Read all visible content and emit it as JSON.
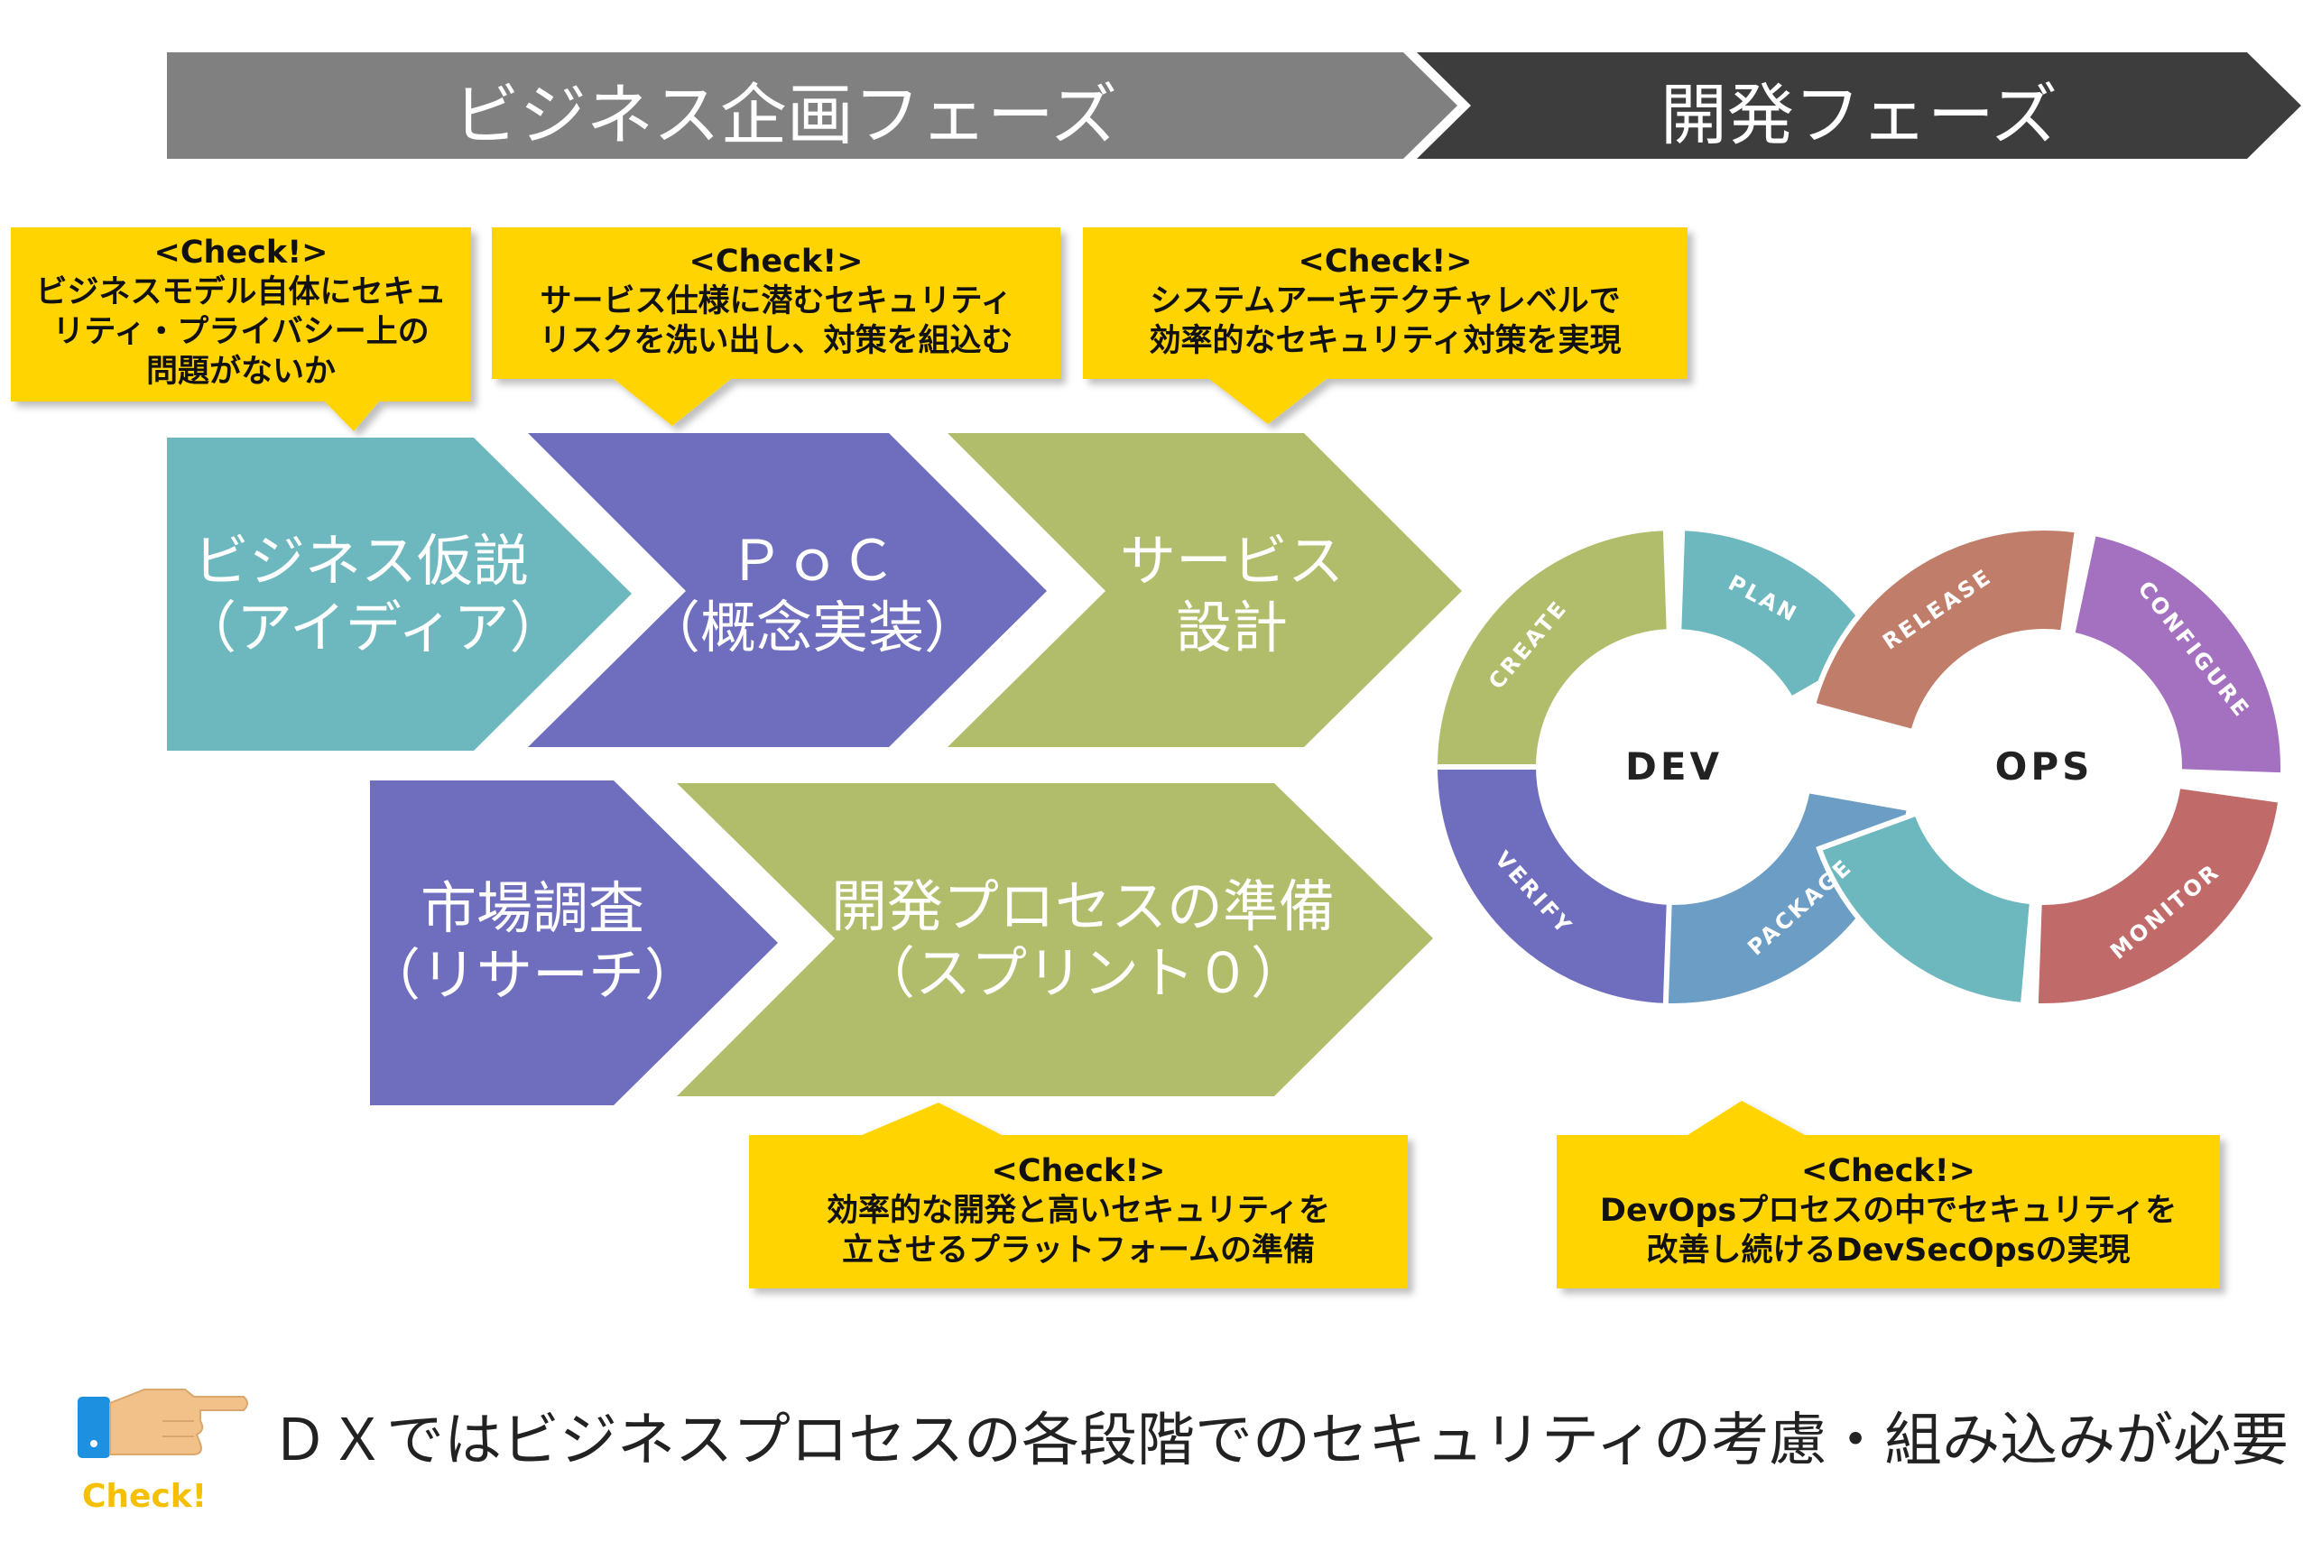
{
  "phases": {
    "business": "ビジネス企画フェーズ",
    "development": "開発フェーズ"
  },
  "steps": {
    "hypothesis": [
      "ビジネス仮説",
      "（アイディア）"
    ],
    "poc": [
      "ＰｏＣ",
      "（概念実装）"
    ],
    "service_design": [
      "サービス",
      "設計"
    ],
    "market_research": [
      "市場調査",
      "（リサーチ）"
    ],
    "dev_prep": [
      "開発プロセスの準備",
      "（スプリント０）"
    ]
  },
  "callouts": {
    "c1": {
      "head": "<Check!>",
      "lines": [
        "ビジネスモデル自体にセキュ",
        "リティ・プライバシー上の",
        "問題がないか"
      ]
    },
    "c2": {
      "head": "<Check!>",
      "lines": [
        "サービス仕様に潜むセキュリティ",
        "リスクを洗い出し、対策を組込む"
      ]
    },
    "c3": {
      "head": "<Check!>",
      "lines": [
        "システムアーキテクチャレベルで",
        "効率的なセキュリティ対策を実現"
      ]
    },
    "c4": {
      "head": "<Check!>",
      "lines": [
        "効率的な開発と高いセキュリティを",
        "立させるプラットフォームの準備"
      ]
    },
    "c5": {
      "head": "<Check!>",
      "lines": [
        "DevOpsプロセスの中でセキュリティを",
        "改善し続けるDevSecOpsの実現"
      ]
    }
  },
  "devops": {
    "dev_label": "DEV",
    "ops_label": "OPS",
    "segments": [
      "CREATE",
      "PLAN",
      "VERIFY",
      "PACKAGE",
      "RELEASE",
      "CONFIGURE",
      "MONITOR"
    ]
  },
  "bottom": {
    "check_label": "Check!",
    "message": "ＤＸではビジネスプロセスの各段階でのセキュリティの考慮・組み込みが必要"
  },
  "colors": {
    "phase_business": "#808080",
    "phase_dev": "#3D3D3D",
    "teal": "#6DB8BE",
    "purple": "#6E6DBE",
    "green": "#B2BD6C",
    "callout": "#FFD400",
    "package": "#6C9DC4",
    "release": "#C07D69",
    "configure": "#A470C0",
    "monitor": "#C16A6A"
  }
}
